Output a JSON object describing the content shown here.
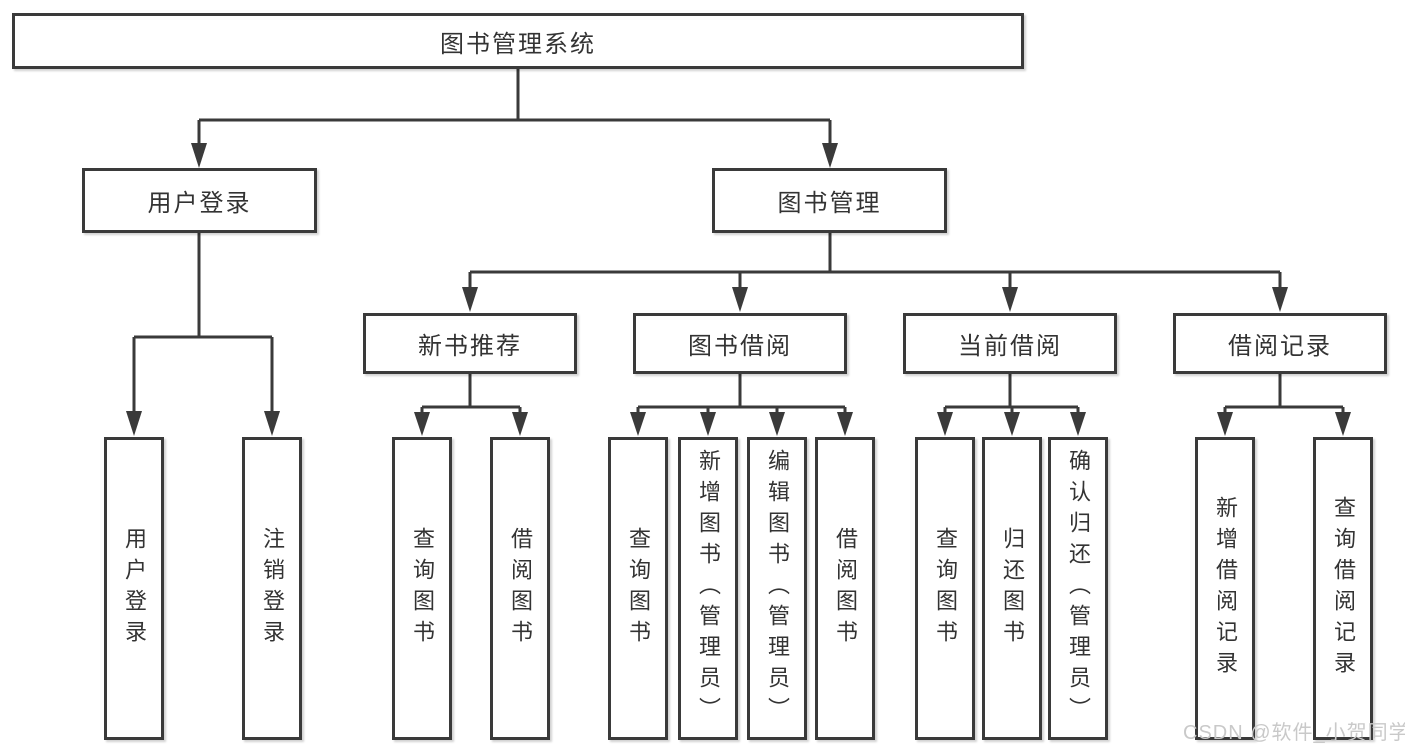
{
  "diagram": {
    "type": "tree",
    "nodes": {
      "root": "图书管理系统",
      "user_login": "用户登录",
      "book_management": "图书管理",
      "new_book_recommend": "新书推荐",
      "book_borrowing": "图书借阅",
      "current_borrowing": "当前借阅",
      "borrowing_records": "借阅记录",
      "leaf_user_login": "用户登录",
      "leaf_logout": "注销登录",
      "leaf_query_books_recommend": "查询图书",
      "leaf_borrow_books_recommend": "借阅图书",
      "leaf_query_books_borrowing": "查询图书",
      "leaf_add_books_admin": "新增图书（管理员）",
      "leaf_edit_books_admin": "编辑图书（管理员）",
      "leaf_borrow_books_borrowing": "借阅图书",
      "leaf_query_books_current": "查询图书",
      "leaf_return_books": "归还图书",
      "leaf_confirm_return_admin": "确认归还（管理员）",
      "leaf_add_borrow_record": "新增借阅记录",
      "leaf_query_borrow_record": "查询借阅记录"
    },
    "hierarchy": {
      "图书管理系统": {
        "用户登录": [
          "用户登录",
          "注销登录"
        ],
        "图书管理": {
          "新书推荐": [
            "查询图书",
            "借阅图书"
          ],
          "图书借阅": [
            "查询图书",
            "新增图书（管理员）",
            "编辑图书（管理员）",
            "借阅图书"
          ],
          "当前借阅": [
            "查询图书",
            "归还图书",
            "确认归还（管理员）"
          ],
          "借阅记录": [
            "新增借阅记录",
            "查询借阅记录"
          ]
        }
      }
    }
  },
  "watermark": {
    "text": "CSDN @软件_小贺同学"
  },
  "colors": {
    "line": "#3a3a3a",
    "box_border": "#3a3a3a",
    "text": "#333333",
    "watermark": "#c9c9c9",
    "background": "#ffffff"
  }
}
